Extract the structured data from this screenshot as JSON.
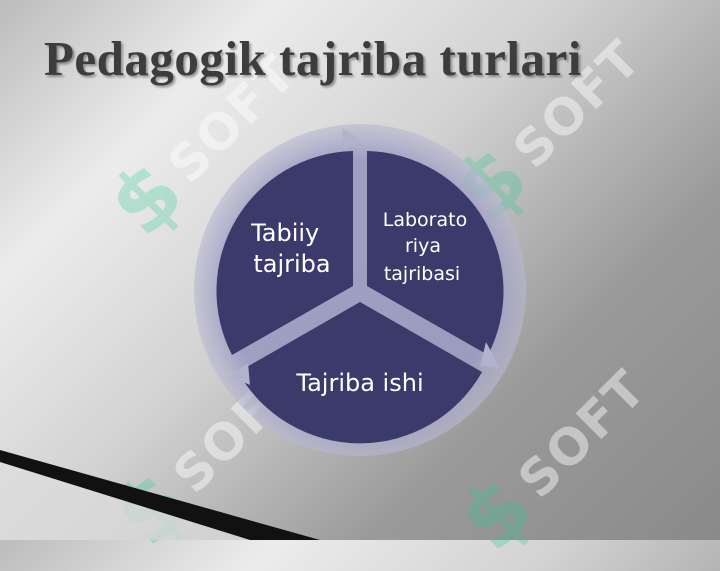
{
  "slide": {
    "title": "Pedagogik tajriba turlari"
  },
  "diagram": {
    "segments": [
      {
        "label_lines": [
          "Tabiiy",
          "tajriba"
        ]
      },
      {
        "label_lines": [
          "Laborato",
          "riya",
          "tajribasi"
        ]
      },
      {
        "label_lines": [
          "Tajriba ishi"
        ]
      }
    ],
    "colors": {
      "segment_fill": "#3b3b6b",
      "ring": "#8f8fb5",
      "label": "#ffffff"
    }
  },
  "watermark": {
    "text": "SOFT",
    "icon": "dollar-sign-icon",
    "color": "#28c88c"
  },
  "decoration": {
    "corner_stripe_color": "#111111"
  }
}
